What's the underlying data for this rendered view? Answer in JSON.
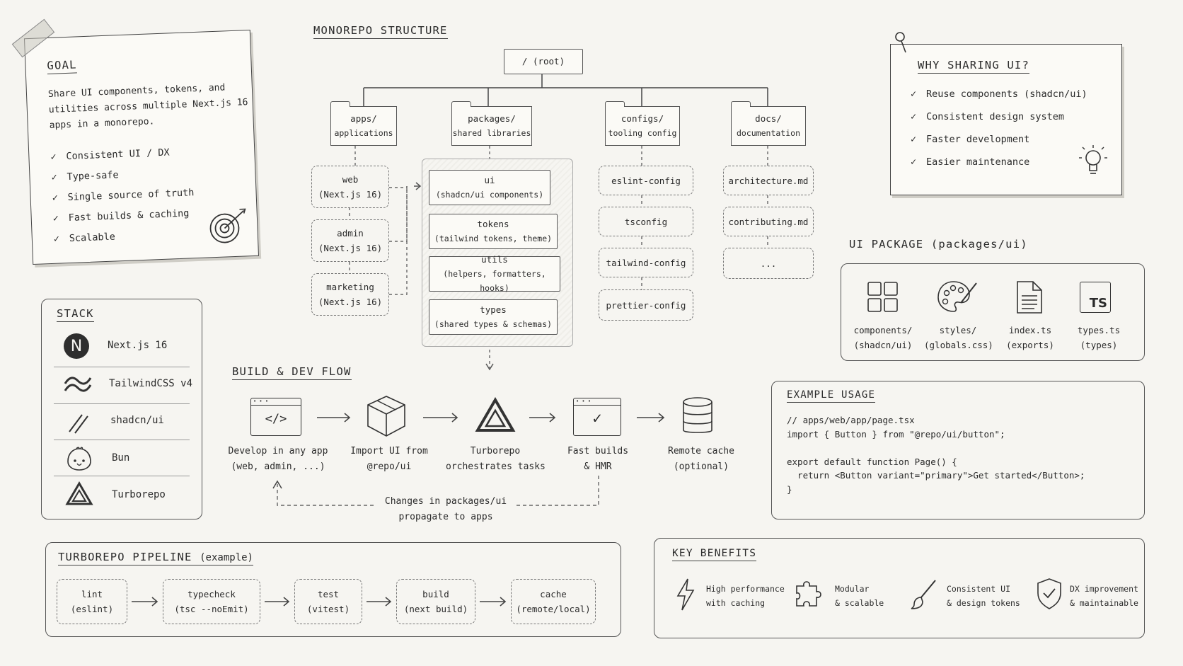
{
  "goal": {
    "title": "GOAL",
    "description_lines": [
      "Share UI components, tokens, and",
      "utilities across multiple Next.js 16",
      "apps in a monorepo."
    ],
    "items": [
      "Consistent UI / DX",
      "Type-safe",
      "Single source of truth",
      "Fast builds & caching",
      "Scalable"
    ]
  },
  "monorepo": {
    "title": "MONOREPO STRUCTURE",
    "root": "/ (root)",
    "folders": [
      {
        "name": "apps/",
        "sub": "applications"
      },
      {
        "name": "packages/",
        "sub": "shared libraries"
      },
      {
        "name": "configs/",
        "sub": "tooling config"
      },
      {
        "name": "docs/",
        "sub": "documentation"
      }
    ],
    "apps": [
      {
        "name": "web",
        "sub": "(Next.js 16)"
      },
      {
        "name": "admin",
        "sub": "(Next.js 16)"
      },
      {
        "name": "marketing",
        "sub": "(Next.js 16)"
      }
    ],
    "packages": [
      {
        "name": "ui",
        "sub": "(shadcn/ui components)"
      },
      {
        "name": "tokens",
        "sub": "(tailwind tokens, theme)"
      },
      {
        "name": "utils",
        "sub": "(helpers, formatters, hooks)"
      },
      {
        "name": "types",
        "sub": "(shared types & schemas)"
      }
    ],
    "configs": [
      "eslint-config",
      "tsconfig",
      "tailwind-config",
      "prettier-config"
    ],
    "docs": [
      "architecture.md",
      "contributing.md",
      "..."
    ]
  },
  "why": {
    "title": "WHY SHARING UI?",
    "items": [
      "Reuse components (shadcn/ui)",
      "Consistent design system",
      "Faster development",
      "Easier maintenance"
    ]
  },
  "ui_package": {
    "title": "UI PACKAGE (packages/ui)",
    "items": [
      {
        "icon": "grid-icon",
        "name": "components/",
        "sub": "(shadcn/ui)"
      },
      {
        "icon": "palette-icon",
        "name": "styles/",
        "sub": "(globals.css)"
      },
      {
        "icon": "file-icon",
        "name": "index.ts",
        "sub": "(exports)"
      },
      {
        "icon": "typescript-icon",
        "name": "types.ts",
        "sub": "(types)",
        "badge": "TS"
      }
    ]
  },
  "stack": {
    "title": "STACK",
    "items": [
      {
        "icon": "nextjs-icon",
        "label": "Next.js 16",
        "badge": "N"
      },
      {
        "icon": "tailwind-icon",
        "label": "TailwindCSS v4"
      },
      {
        "icon": "shadcn-icon",
        "label": "shadcn/ui"
      },
      {
        "icon": "bun-icon",
        "label": "Bun"
      },
      {
        "icon": "turborepo-icon",
        "label": "Turborepo"
      }
    ]
  },
  "flow": {
    "title": "BUILD & DEV FLOW",
    "steps": [
      {
        "icon": "code-window-icon",
        "line1": "Develop in any app",
        "line2": "(web, admin, ...)",
        "glyph": "</>"
      },
      {
        "icon": "package-box-icon",
        "line1": "Import UI from",
        "line2": "@repo/ui"
      },
      {
        "icon": "turborepo-icon",
        "line1": "Turborepo",
        "line2": "orchestrates tasks"
      },
      {
        "icon": "check-window-icon",
        "line1": "Fast builds",
        "line2": "& HMR",
        "glyph": "✓"
      },
      {
        "icon": "database-icon",
        "line1": "Remote cache",
        "line2": "(optional)"
      }
    ],
    "feedback": [
      "Changes in packages/ui",
      "propagate to apps"
    ]
  },
  "example": {
    "title": "EXAMPLE USAGE",
    "code": "// apps/web/app/page.tsx\nimport { Button } from \"@repo/ui/button\";\n\nexport default function Page() {\n  return <Button variant=\"primary\">Get started</Button>;\n}"
  },
  "pipeline": {
    "title": "TURBOREPO PIPELINE",
    "title_note": "(example)",
    "steps": [
      {
        "name": "lint",
        "sub": "(eslint)"
      },
      {
        "name": "typecheck",
        "sub": "(tsc --noEmit)"
      },
      {
        "name": "test",
        "sub": "(vitest)"
      },
      {
        "name": "build",
        "sub": "(next build)"
      },
      {
        "name": "cache",
        "sub": "(remote/local)"
      }
    ]
  },
  "benefits": {
    "title": "KEY BENEFITS",
    "items": [
      {
        "icon": "lightning-icon",
        "line1": "High performance",
        "line2": "with caching"
      },
      {
        "icon": "puzzle-icon",
        "line1": "Modular",
        "line2": "& scalable"
      },
      {
        "icon": "brush-icon",
        "line1": "Consistent UI",
        "line2": "& design tokens"
      },
      {
        "icon": "shield-check-icon",
        "line1": "DX improvement",
        "line2": "& maintainable"
      }
    ]
  }
}
